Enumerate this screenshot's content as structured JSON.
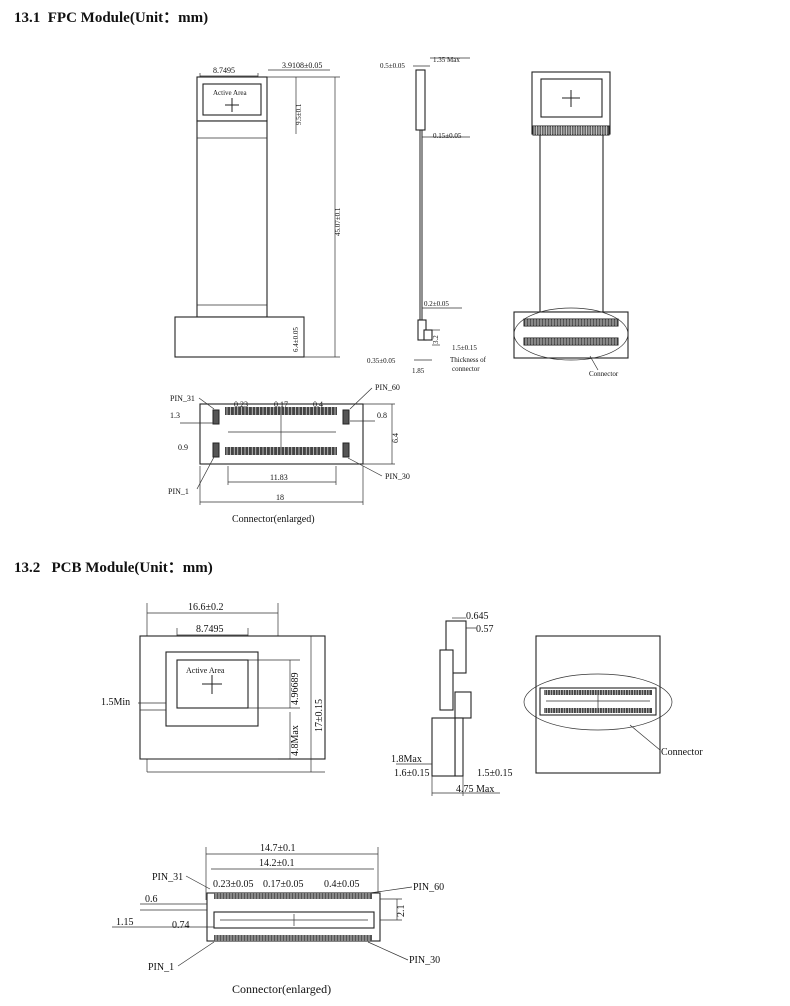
{
  "sections": {
    "fpc": {
      "number": "13.1",
      "title": "FPC Module(Unit：mm)",
      "front": {
        "width": "8.7495",
        "offset": "3.9108±0.05",
        "active_area": "Active Area",
        "height_top": "9.5±0.1",
        "total_height": "45.07±0.1",
        "bottom_height": "6.4±0.05"
      },
      "side": {
        "top_thickness": "0.5±0.05",
        "max_thickness": "1.35 Max",
        "fpc_thickness": "0.15±0.05",
        "stiffener": "0.2±0.05",
        "step": "3.2",
        "conn_thickness": "1.5±0.15",
        "bottom_offset": "0.35±0.05",
        "bottom_dim": "1.85",
        "thickness_note_1": "Thickness of",
        "thickness_note_2": "connector"
      },
      "back": {
        "connector_label": "Connector"
      },
      "connector": {
        "pin_31": "PIN_31",
        "pin_60": "PIN_60",
        "pin_1": "PIN_1",
        "pin_30": "PIN_30",
        "d_023": "0.23",
        "d_017": "0.17",
        "d_04": "0.4",
        "d_13": "1.3",
        "d_08": "0.8",
        "d_09": "0.9",
        "d_64": "6.4",
        "d_1183": "11.83",
        "d_18": "18",
        "caption": "Connector(enlarged)"
      }
    },
    "pcb": {
      "number": "13.2",
      "title": "PCB Module(Unit：mm)",
      "front": {
        "width_outer": "16.6±0.2",
        "width_inner": "8.7495",
        "active_area": "Active Area",
        "min_margin": "1.5Min",
        "aa_height": "4.96689",
        "total_height": "17±0.15",
        "bottom_max": "4.8Max"
      },
      "side": {
        "t_0645": "0.645",
        "t_057": "0.57",
        "d_18max": "1.8Max",
        "d_16": "1.6±0.15",
        "d_15": "1.5±0.15",
        "d_475max": "4.75 Max"
      },
      "back": {
        "connector_label": "Connector"
      },
      "connector": {
        "w_147": "14.7±0.1",
        "w_142": "14.2±0.1",
        "pin_31": "PIN_31",
        "pin_60": "PIN_60",
        "pin_1": "PIN_1",
        "pin_30": "PIN_30",
        "d_023": "0.23±0.05",
        "d_017": "0.17±0.05",
        "d_04": "0.4±0.05",
        "d_06": "0.6",
        "d_115": "1.15",
        "d_074": "0.74",
        "d_21": "2.1",
        "caption": "Connector(enlarged)"
      }
    }
  }
}
